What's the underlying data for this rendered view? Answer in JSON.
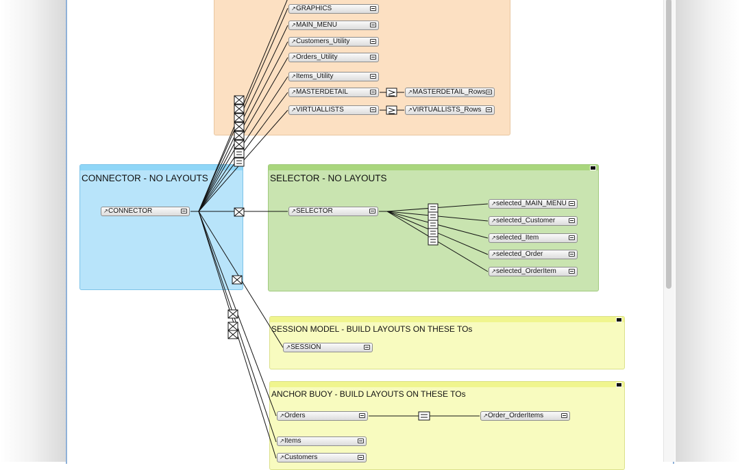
{
  "groups": {
    "connector": {
      "title": "CONNECTOR - NO LAYOUTS"
    },
    "selector": {
      "title": "SELECTOR  - NO LAYOUTS"
    },
    "session": {
      "title": "SESSION MODEL - BUILD LAYOUTS ON THESE TOs"
    },
    "anchor": {
      "title": "ANCHOR BUOY - BUILD LAYOUTS ON THESE TOs"
    }
  },
  "tables": {
    "graphics": "GRAPHICS",
    "main_menu": "MAIN_MENU",
    "customers_utility": "Customers_Utility",
    "orders_utility": "Orders_Utility",
    "items_utility": "Items_Utility",
    "masterdetail": "MASTERDETAIL",
    "masterdetail_rows": "MASTERDETAIL_Rows",
    "virtuallists": "VIRTUALLISTS",
    "virtuallists_rows": "VIRTUALLISTS_Rows",
    "connector": "CONNECTOR",
    "selector": "SELECTOR",
    "selected_main_menu": "selected_MAIN_MENU",
    "selected_customer": "selected_Customer",
    "selected_item": "selected_Item",
    "selected_order": "selected_Order",
    "selected_orderitem": "selected_OrderItem",
    "session": "SESSION",
    "orders": "Orders",
    "order_orderitems": "Order_OrderItems",
    "items": "Items",
    "customers": "Customers"
  },
  "icons": {
    "table_occurrence": "arrow-icon",
    "collapse": "minus-icon",
    "cartesian": "x-icon",
    "equals": "equals-icon",
    "greater_equal": "gte-icon"
  }
}
